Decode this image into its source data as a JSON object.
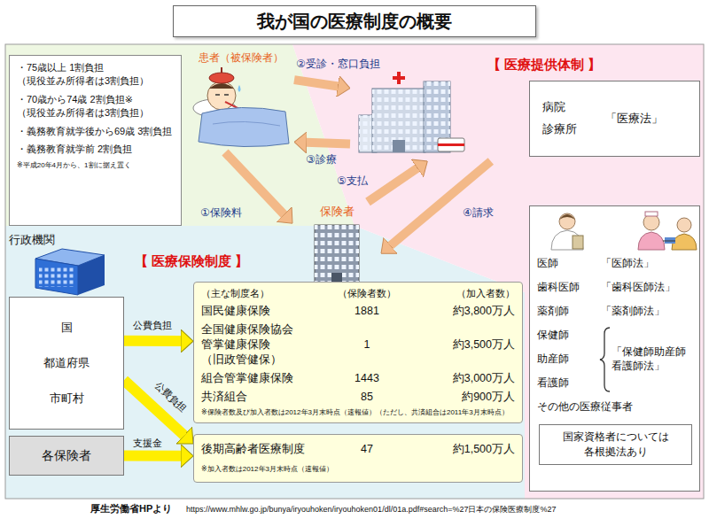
{
  "diagram": {
    "title": "我が国の医療制度の概要",
    "nodes": [
      {
        "text": [
          "・75歳以上 1割負担 （現役並み所得者は3割負担）",
          "・70歳から74歳 2割負担※ （現役並み所得者は3割負担）",
          "・義務教育就学後から69歳 3割負担",
          "・義務教育就学前 2割負担",
          "※平成20年4月から、1割に据え置く"
        ]
      },
      {
        "text": [
          "患者（被保険者）"
        ]
      },
      {
        "text": [
          "病院 診療所",
          "「医療法」"
        ]
      },
      {
        "text": [
          "保険者"
        ]
      },
      {
        "text": [
          "行政機関",
          "国",
          "都道府県",
          "市町村"
        ]
      },
      {
        "text": [
          "（主な制度名）",
          "（保険者数）",
          "（加入者数）",
          "国民健康保険",
          "1881",
          "約3,800万人",
          "全国健康保険協会 管掌健康保険 （旧政管健保）",
          "1",
          "約3,500万人",
          "組合管掌健康保険",
          "1443",
          "約3,000万人",
          "共済組合",
          "85",
          "約900万人",
          "※保険者数及び加入者数は2012年3月末時点（速報値）（ただし、共済組合は2011年3月末時点）"
        ]
      },
      {
        "text": [
          "各保険者"
        ]
      },
      {
        "text": [
          "後期高齢者医療制度",
          "47",
          "約1,500万人",
          "※加入者数は2012年3月末時点（速報値）"
        ]
      },
      {
        "text": [
          "医師",
          "「医師法」",
          "歯科医師",
          "「歯科医師法」",
          "薬剤師",
          "「薬剤師法」",
          "保健師",
          "助産師",
          "看護師",
          "「保健師助産師看護師法」",
          "その他の医療従事者"
        ]
      },
      {
        "text": [
          "国家資格者については 各根拠法あり"
        ],
        "in": 8
      }
    ],
    "edges": [
      {
        "from": 1,
        "to": 3,
        "label": "①保険料",
        "arrow": "to"
      },
      {
        "from": 1,
        "to": 2,
        "label": "②受診・窓口負担",
        "arrow": "to"
      },
      {
        "from": 2,
        "to": 1,
        "label": "③診療",
        "arrow": "to"
      },
      {
        "from": 2,
        "to": 3,
        "label": "④請求",
        "arrow": "to"
      },
      {
        "from": 3,
        "to": 2,
        "label": "⑤支払",
        "arrow": "to"
      },
      {
        "from": 4,
        "to": 5,
        "label": "公費負担",
        "arrow": "to"
      },
      {
        "from": 4,
        "to": 7,
        "label": "公費負担",
        "arrow": "to"
      },
      {
        "from": 6,
        "to": 7,
        "label": "支援金",
        "arrow": "to"
      }
    ],
    "labels": [
      "【 医療提供体制 】",
      "【 医療保険制度 】",
      "厚生労働省HPより",
      "https://www.mhlw.go.jp/bunya/iryouhoken/iryouhoken01/dl/01a.pdf#search=%27日本の保険医療制度%27"
    ]
  }
}
